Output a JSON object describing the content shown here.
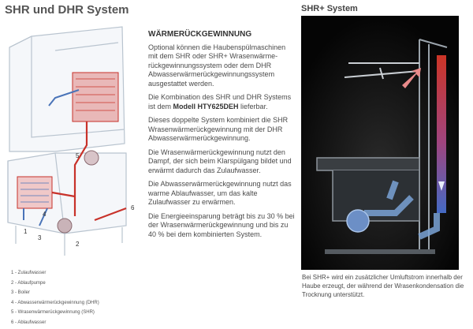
{
  "titles": {
    "left": "SHR und DHR System",
    "right": "SHR+ System"
  },
  "text": {
    "heading": "WÄRMERÜCKGEWINNUNG",
    "p1": "Optional können die Haubenspülmaschinen mit dem SHR oder SHR+ Wrasenwärme­rückgewinnungssystem oder dem DHR Abwasserwärmerückgewinnungssystem ausgestattet werden.",
    "p2_pre": "Die Kombination des SHR und DHR Systems ist dem ",
    "p2_model": "Modell HTY625DEH",
    "p2_post": " lieferbar.",
    "p3": "Dieses doppelte System kombiniert die SHR Wrasenwärmerückgewinnung mit der DHR Abwasserwärmerückgewinnung.",
    "p4": "Die Wrasenwärmerückgewinnung nutzt den Dampf, der sich beim Klarspülgang bildet und erwärmt dadurch das Zulaufwasser.",
    "p5": "Die Abwasserwärmerückgewinnung nutzt das warme Ablaufwasser, um das kalte Zulaufwasser zu erwärmen.",
    "p6": "Die Energieeinsparung beträgt bis zu 30 % bei der Wrasenwärmerückgewinnung und bis zu 40 % bei dem kombinierten System."
  },
  "diagram_labels": [
    "1",
    "2",
    "3",
    "4",
    "5",
    "6"
  ],
  "legend": [
    "1 - Zulaufwasser",
    "2 - Ablaufpumpe",
    "3 - Boiler",
    "4 - Abwasserwärmerückgewinnung (DHR)",
    "5 - Wrasenwärmerückgewinnung (SHR)",
    "6 - Ablaufwasser"
  ],
  "caption": "Bei SHR+ wird ein zusätzlicher Umluftstrom innerhalb der Haube erzeugt, der während der Wrasenkondensation die Trocknung unterstützt.",
  "colors": {
    "hot": "#c8322a",
    "cold": "#4a74b8",
    "frame": "#b9c4cf",
    "photo_bg": "#0a0a0a"
  }
}
